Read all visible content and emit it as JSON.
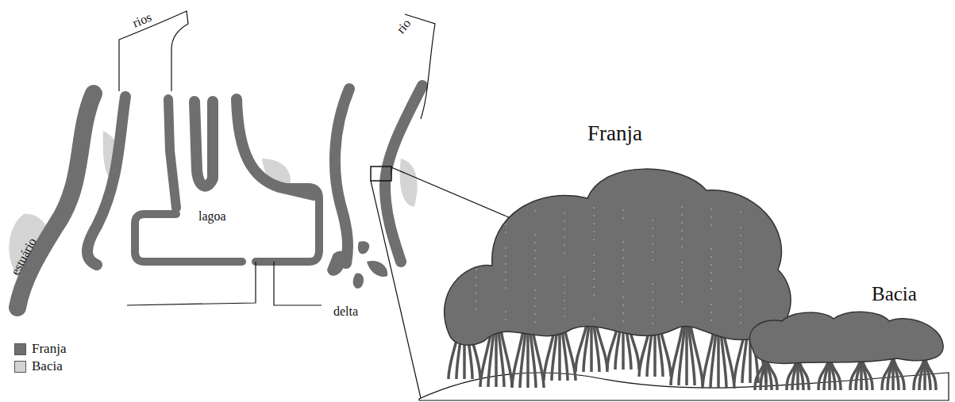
{
  "diagram": {
    "labels": [
      "rios",
      "rio",
      "lagoa",
      "estuário",
      "delta",
      "Franja",
      "Bacia"
    ],
    "legend": [
      {
        "text": "Franja",
        "color": "#6f6f6f"
      },
      {
        "text": "Bacia",
        "color": "#d4d4d4"
      }
    ]
  }
}
